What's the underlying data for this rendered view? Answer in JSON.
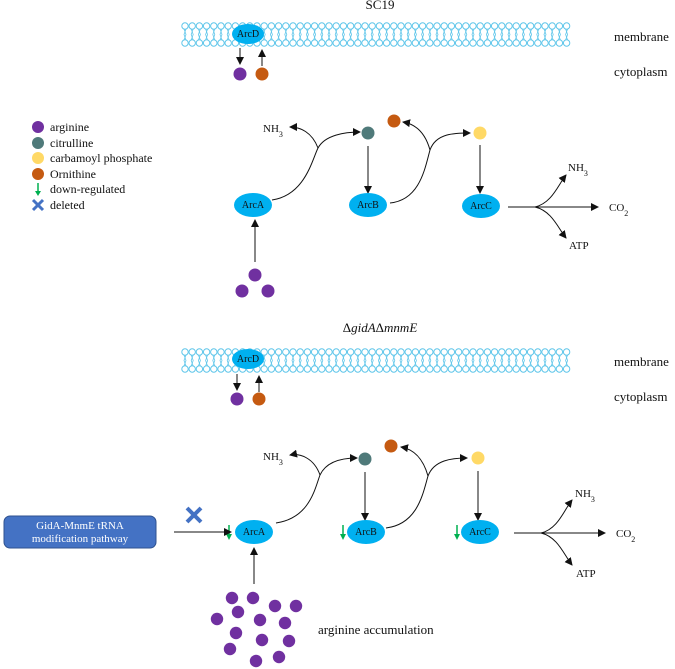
{
  "top_panel": {
    "title": "SC19",
    "membrane_label": "membrane",
    "cytoplasm_label": "cytoplasm",
    "enzymes": {
      "arcD": "ArcD",
      "arcA": "ArcA",
      "arcB": "ArcB",
      "arcC": "ArcC"
    },
    "products": {
      "nh3_1": "NH3",
      "nh3_2": "NH3",
      "atp": "ATP",
      "co2": "CO2"
    }
  },
  "bottom_panel": {
    "title_prefix": "Δ",
    "title_gida": "gidA",
    "title_mid": "Δ",
    "title_mnme": "mnmE",
    "membrane_label": "membrane",
    "cytoplasm_label": "cytoplasm",
    "enzymes": {
      "arcD": "ArcD",
      "arcA": "ArcA",
      "arcB": "ArcB",
      "arcC": "ArcC"
    },
    "products": {
      "nh3_1": "NH3",
      "nh3_2": "NH3",
      "atp": "ATP",
      "co2": "CO2"
    },
    "pathway_box_line1": "GidA-MnmE tRNA",
    "pathway_box_line2": "modification pathway",
    "accumulation_label": "arginine accumulation"
  },
  "legend": {
    "items": [
      {
        "label": "arginine",
        "color": "#7030a0"
      },
      {
        "label": "citrulline",
        "color": "#4f7a7a"
      },
      {
        "label": "carbamoyl phosphate",
        "color": "#ffd966"
      },
      {
        "label": "Ornithine",
        "color": "#c55a11"
      },
      {
        "label": "down-regulated",
        "color": "#00b050"
      },
      {
        "label": "deleted",
        "color": "#4472c4"
      }
    ]
  },
  "colors": {
    "arginine": "#7030a0",
    "citrulline": "#4f7a7a",
    "carbamoyl_phosphate": "#ffd966",
    "ornithine": "#c55a11",
    "enzyme": "#00b0f0",
    "membrane": "#7fd3f0",
    "down_regulated": "#00b050",
    "deleted": "#4472c4",
    "pathway_box": "#4472c4"
  }
}
